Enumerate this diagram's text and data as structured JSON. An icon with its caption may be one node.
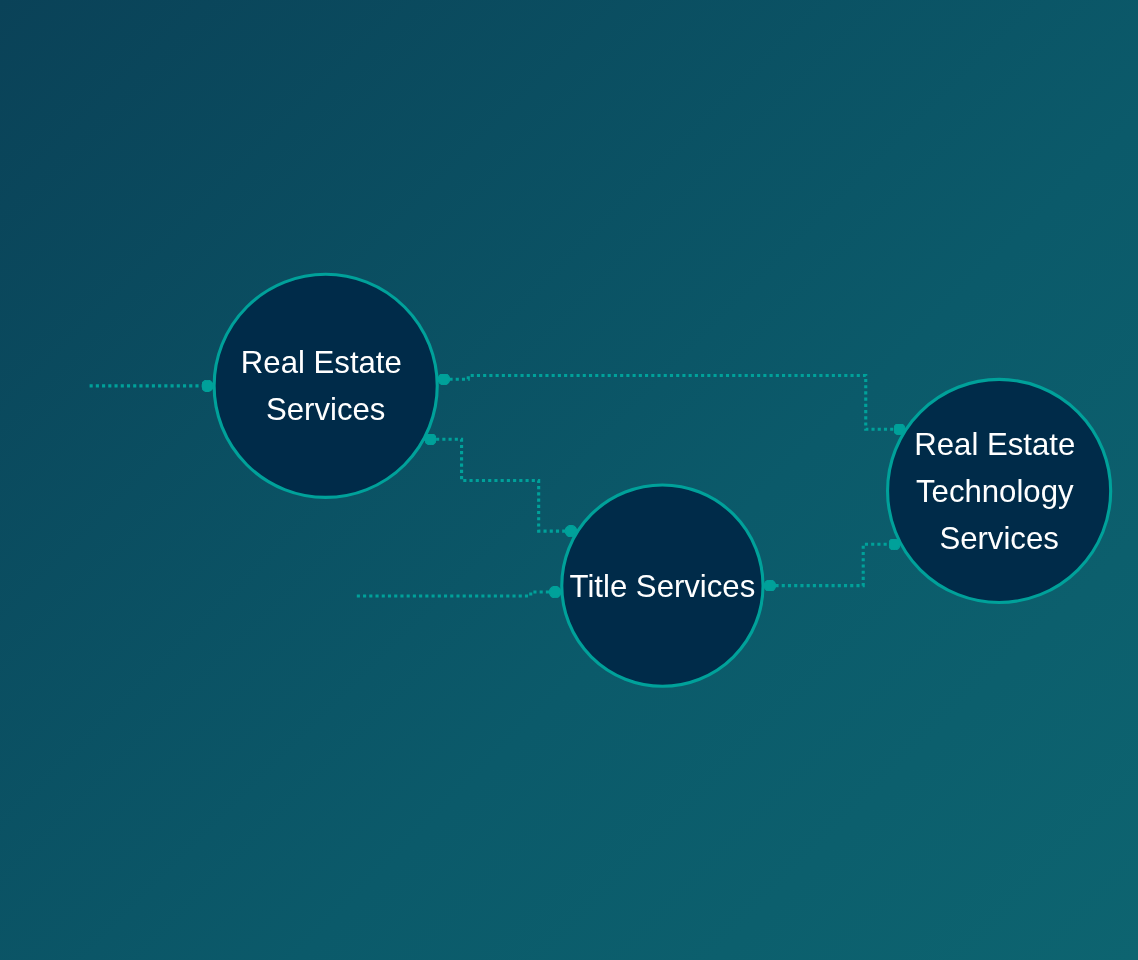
{
  "diagram": {
    "nodes": [
      {
        "text": [
          "Real Estate Services"
        ]
      },
      {
        "text": [
          "Title Services"
        ]
      },
      {
        "text": [
          "Real Estate Technology Services"
        ]
      }
    ],
    "edges": [
      {
        "from": 0,
        "to": 1,
        "arrow": "other",
        "style": "dashed"
      },
      {
        "from": 0,
        "to": 2,
        "arrow": "other",
        "style": "dashed"
      },
      {
        "from": 1,
        "to": 2,
        "arrow": "other",
        "style": "dashed"
      },
      {
        "from": null,
        "to": 0,
        "arrow": "other",
        "style": "dashed"
      },
      {
        "from": null,
        "to": 1,
        "arrow": "other",
        "style": "dashed"
      }
    ]
  }
}
